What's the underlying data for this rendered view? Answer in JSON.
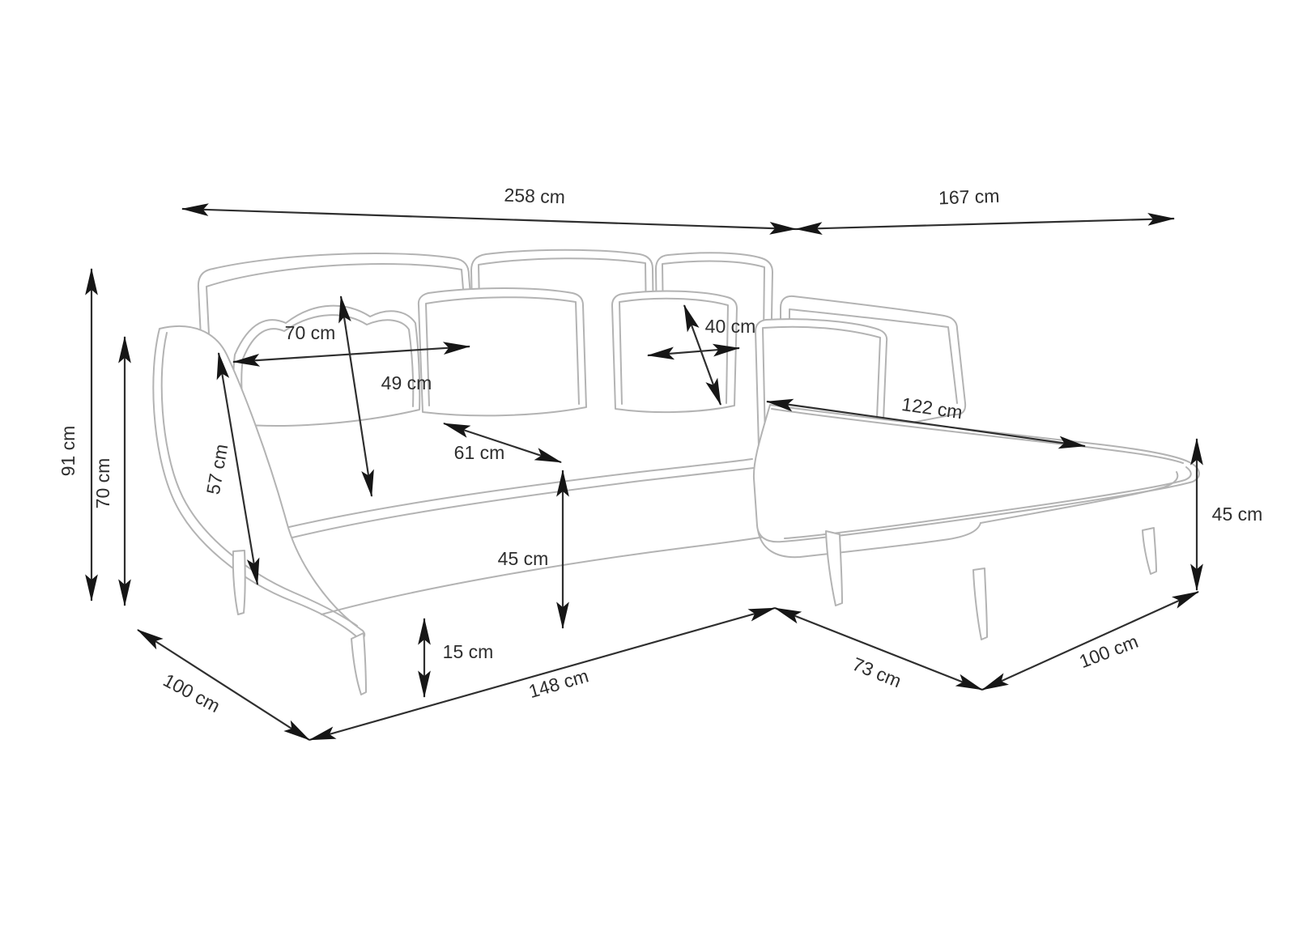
{
  "diagram": {
    "title": "Corner sofa dimension diagram",
    "unit": "cm",
    "colors": {
      "background": "#ffffff",
      "sofa_outline": "#b3b3b3",
      "dimension_line": "#2f2f2f",
      "label_text": "#2e2e2e"
    }
  },
  "dims": {
    "total_width": {
      "label": "258 cm",
      "value": 258
    },
    "right_section_width": {
      "label": "167 cm",
      "value": 167
    },
    "back_height": {
      "label": "91 cm",
      "value": 91
    },
    "armrest_height": {
      "label": "70 cm",
      "value": 70
    },
    "backrest_slant_depth": {
      "label": "57 cm",
      "value": 57
    },
    "back_pillow_width": {
      "label": "70 cm",
      "value": 70
    },
    "back_pillow_height": {
      "label": "49 cm",
      "value": 49
    },
    "small_pillow_size": {
      "label": "40 cm",
      "value": 40
    },
    "chaise_length": {
      "label": "122 cm",
      "value": 122
    },
    "seat_diagonal_depth": {
      "label": "61 cm",
      "value": 61
    },
    "seat_height": {
      "label": "45 cm",
      "value": 45
    },
    "chaise_height": {
      "label": "45 cm",
      "value": 45
    },
    "ground_clearance": {
      "label": "15 cm",
      "value": 15
    },
    "left_side_depth": {
      "label": "100 cm",
      "value": 100
    },
    "front_left_width": {
      "label": "148 cm",
      "value": 148
    },
    "corner_front_width": {
      "label": "73 cm",
      "value": 73
    },
    "chaise_front_depth": {
      "label": "100 cm",
      "value": 100
    }
  }
}
